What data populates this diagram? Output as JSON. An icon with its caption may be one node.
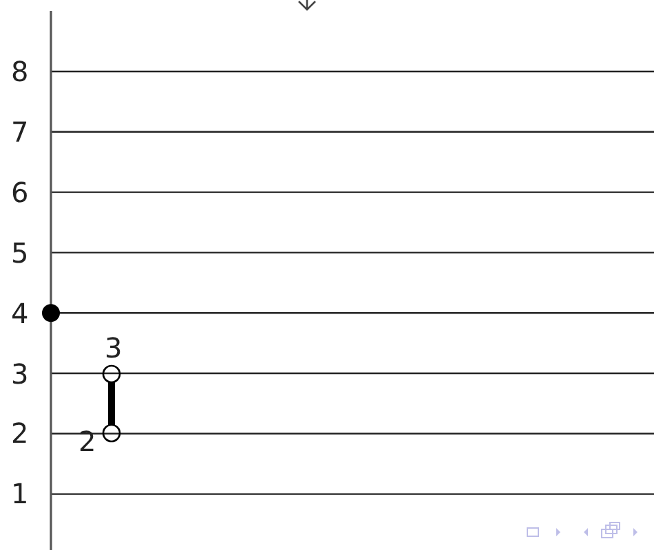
{
  "diagram": {
    "nodes": [
      {
        "text": [],
        "shape": "circle",
        "beside": [
          "3"
        ]
      },
      {
        "text": [],
        "shape": "circle",
        "beside": [
          "2"
        ]
      }
    ],
    "edges": [
      {
        "from": 1,
        "to": 0,
        "arrow": "none"
      }
    ],
    "labels": [
      "8",
      "7",
      "6",
      "5",
      "4",
      "3",
      "2",
      "1"
    ]
  }
}
